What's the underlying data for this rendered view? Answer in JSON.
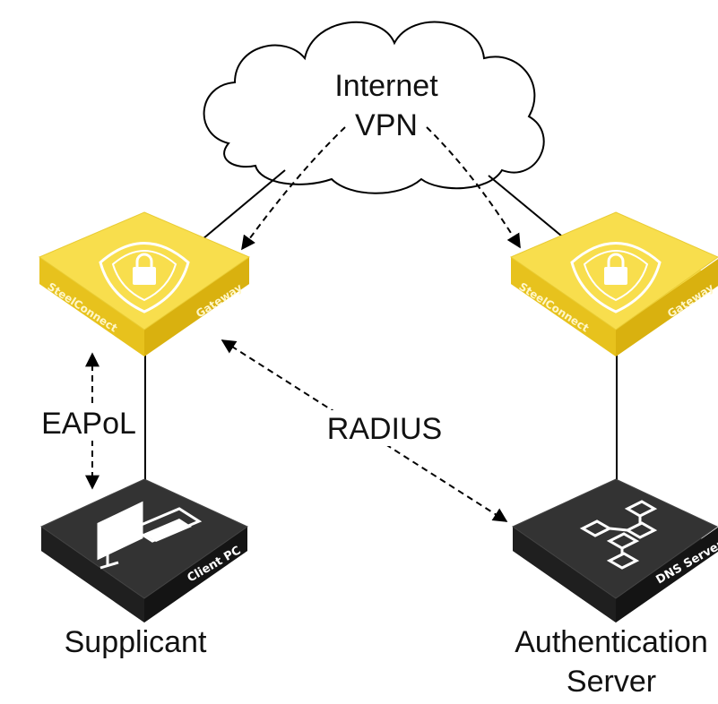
{
  "cloud": {
    "line1": "Internet",
    "line2": "VPN"
  },
  "gateways": [
    {
      "brand": "SteelConnect",
      "role": "Gateway",
      "icon": "shield-lock-icon"
    },
    {
      "brand": "SteelConnect",
      "role": "Gateway",
      "icon": "shield-lock-icon"
    }
  ],
  "devices": [
    {
      "tag": "Client PC",
      "icon": "computer-icon",
      "caption": "Supplicant"
    },
    {
      "tag": "DNS Server",
      "icon": "network-hierarchy-icon",
      "caption_line1": "Authentication",
      "caption_line2": "Server"
    }
  ],
  "links": {
    "eapol": "EAPoL",
    "radius": "RADIUS"
  },
  "colors": {
    "gateway_top": "#f7dc4a",
    "gateway_side": "#e3bf14",
    "device_top": "#2f2f2f",
    "device_side": "#151515"
  }
}
